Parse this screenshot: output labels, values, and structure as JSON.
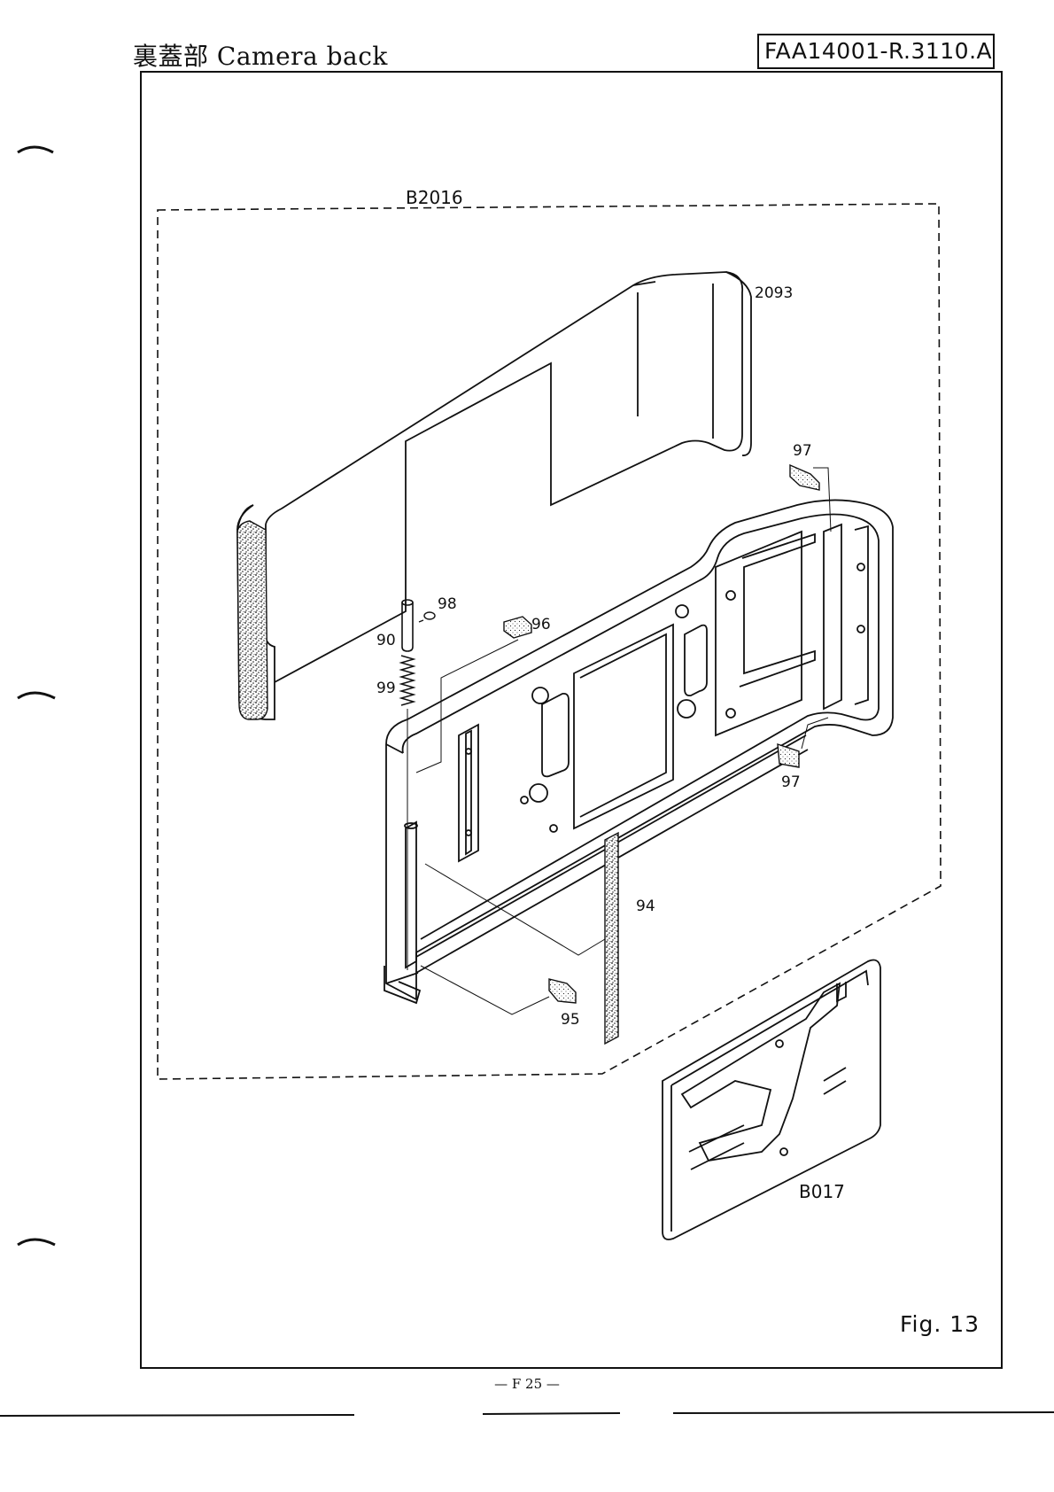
{
  "header": {
    "title": "裏蓋部 Camera back",
    "code": "FAA14001-R.3110.A"
  },
  "figure": {
    "label": "Fig. 13"
  },
  "footer": {
    "page": "— F 25 —"
  },
  "callouts": {
    "assembly": "B2016",
    "back_cover": "2093",
    "pad_top_right": "97",
    "pad_bottom_right": "97",
    "pad_96": "96",
    "pin_90": "90",
    "screw_98": "98",
    "spring_99": "99",
    "strip_94": "94",
    "pad_95": "95",
    "pressure_plate": "B017"
  }
}
